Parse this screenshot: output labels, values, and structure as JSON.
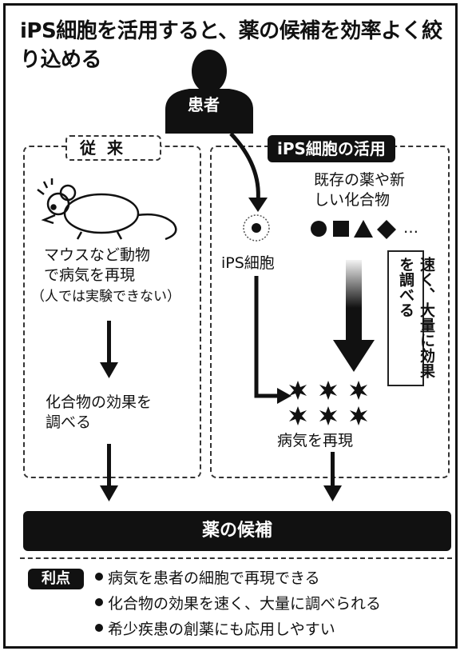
{
  "headline": "iPS細胞を活用すると、薬の候補を効率よく絞り込める",
  "patient_label": "患者",
  "conventional": {
    "tag": "従来",
    "step1_lines": [
      "マウスなど動物",
      "で病気を再現",
      "（人では実験できない）"
    ],
    "step2_lines": [
      "化合物の効果を",
      "調べる"
    ]
  },
  "ips": {
    "tag": "iPS細胞の活用",
    "cell_label": "iPS細胞",
    "compounds_lines": [
      "既存の薬や新",
      "しい化合物"
    ],
    "shapes_ellipsis": "…",
    "speed_note": "速く、大量に効果を調べる",
    "disease_label": "病気を再現"
  },
  "result_bar": "薬の候補",
  "merits": {
    "tag": "利点",
    "items": [
      "病気を患者の細胞で再現できる",
      "化合物の効果を速く、大量に調べられる",
      "希少疾患の創薬にも応用しやすい"
    ]
  }
}
